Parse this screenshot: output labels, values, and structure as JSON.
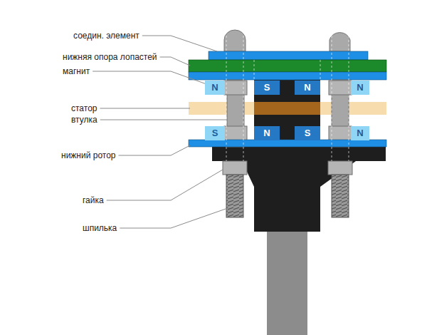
{
  "diagram": {
    "nodes": [
      {
        "text": [
          "N"
        ]
      },
      {
        "text": [
          "S"
        ]
      },
      {
        "text": [
          "N"
        ]
      },
      {
        "text": [
          "N"
        ]
      },
      {
        "text": [
          "S"
        ]
      },
      {
        "text": [
          "N"
        ]
      },
      {
        "text": [
          "S"
        ]
      },
      {
        "text": [
          "N"
        ]
      }
    ],
    "labels": [
      "соедин. элемент",
      "нижняя опора лопастей",
      "магнит",
      "статор",
      "втулка",
      "нижний ротор",
      "гайка",
      "шпилька"
    ]
  }
}
